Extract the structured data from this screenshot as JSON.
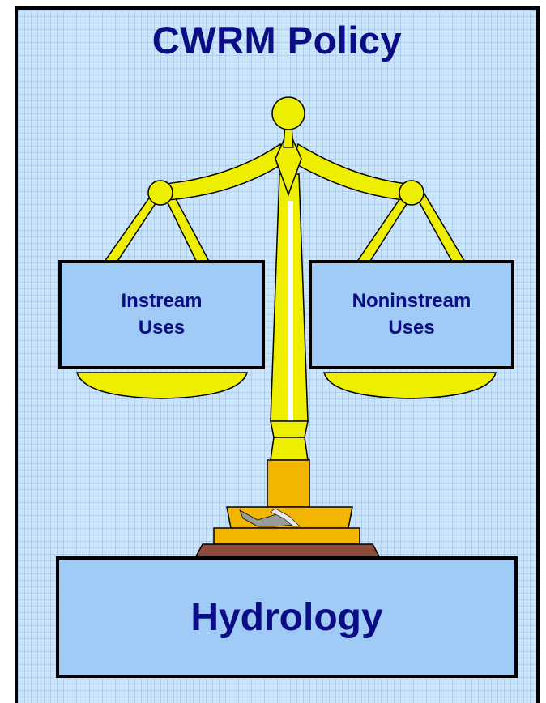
{
  "title": "CWRM Policy",
  "left_pan": {
    "line1": "Instream",
    "line2": "Uses"
  },
  "right_pan": {
    "line1": "Noninstream",
    "line2": "Uses"
  },
  "foundation": {
    "label": "Hydrology"
  },
  "colors": {
    "title_text": "#0b0d85",
    "background_grid": "#cde4f8",
    "box_fill": "#9fcbf6",
    "scale_yellow": "#eeee00",
    "pedestal_orange": "#f2b600",
    "base_plate_brown": "#8b4a3a"
  }
}
